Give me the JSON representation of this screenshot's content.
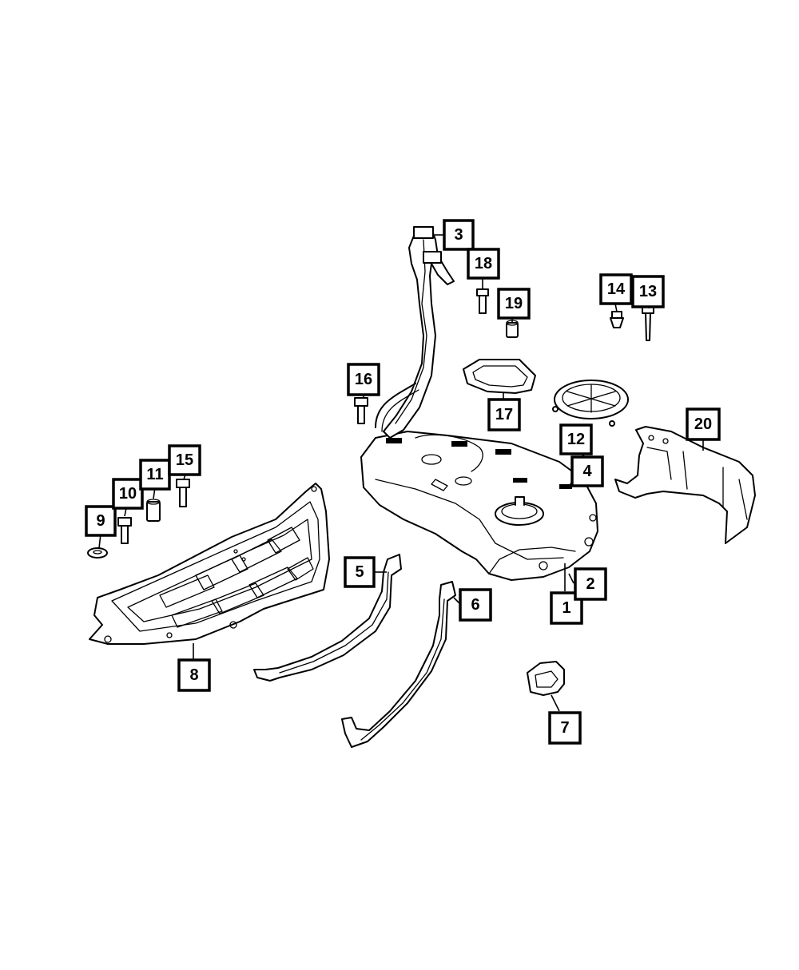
{
  "diagram": {
    "callouts": [
      {
        "id": "1",
        "label": "1"
      },
      {
        "id": "2",
        "label": "2"
      },
      {
        "id": "3",
        "label": "3"
      },
      {
        "id": "4",
        "label": "4"
      },
      {
        "id": "5",
        "label": "5"
      },
      {
        "id": "6",
        "label": "6"
      },
      {
        "id": "7",
        "label": "7"
      },
      {
        "id": "8",
        "label": "8"
      },
      {
        "id": "9",
        "label": "9"
      },
      {
        "id": "10",
        "label": "10"
      },
      {
        "id": "11",
        "label": "11"
      },
      {
        "id": "12",
        "label": "12"
      },
      {
        "id": "13",
        "label": "13"
      },
      {
        "id": "14",
        "label": "14"
      },
      {
        "id": "15",
        "label": "15"
      },
      {
        "id": "16",
        "label": "16"
      },
      {
        "id": "17",
        "label": "17"
      },
      {
        "id": "18",
        "label": "18"
      },
      {
        "id": "19",
        "label": "19"
      },
      {
        "id": "20",
        "label": "20"
      }
    ],
    "colors": {
      "line": "#000000",
      "background": "#ffffff"
    }
  }
}
